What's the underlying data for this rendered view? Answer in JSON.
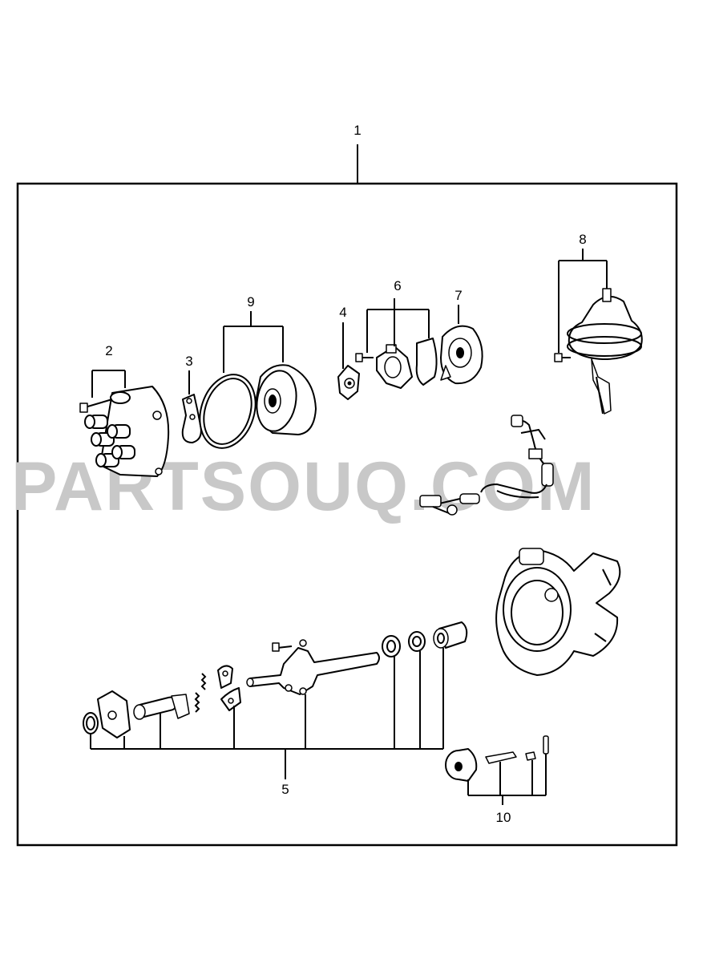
{
  "watermark": "PARTSOUQ.COM",
  "callouts": {
    "c1": "1",
    "c2": "2",
    "c3": "3",
    "c4": "4",
    "c5": "5",
    "c6": "6",
    "c7": "7",
    "c8": "8",
    "c9": "9",
    "c10": "10"
  }
}
